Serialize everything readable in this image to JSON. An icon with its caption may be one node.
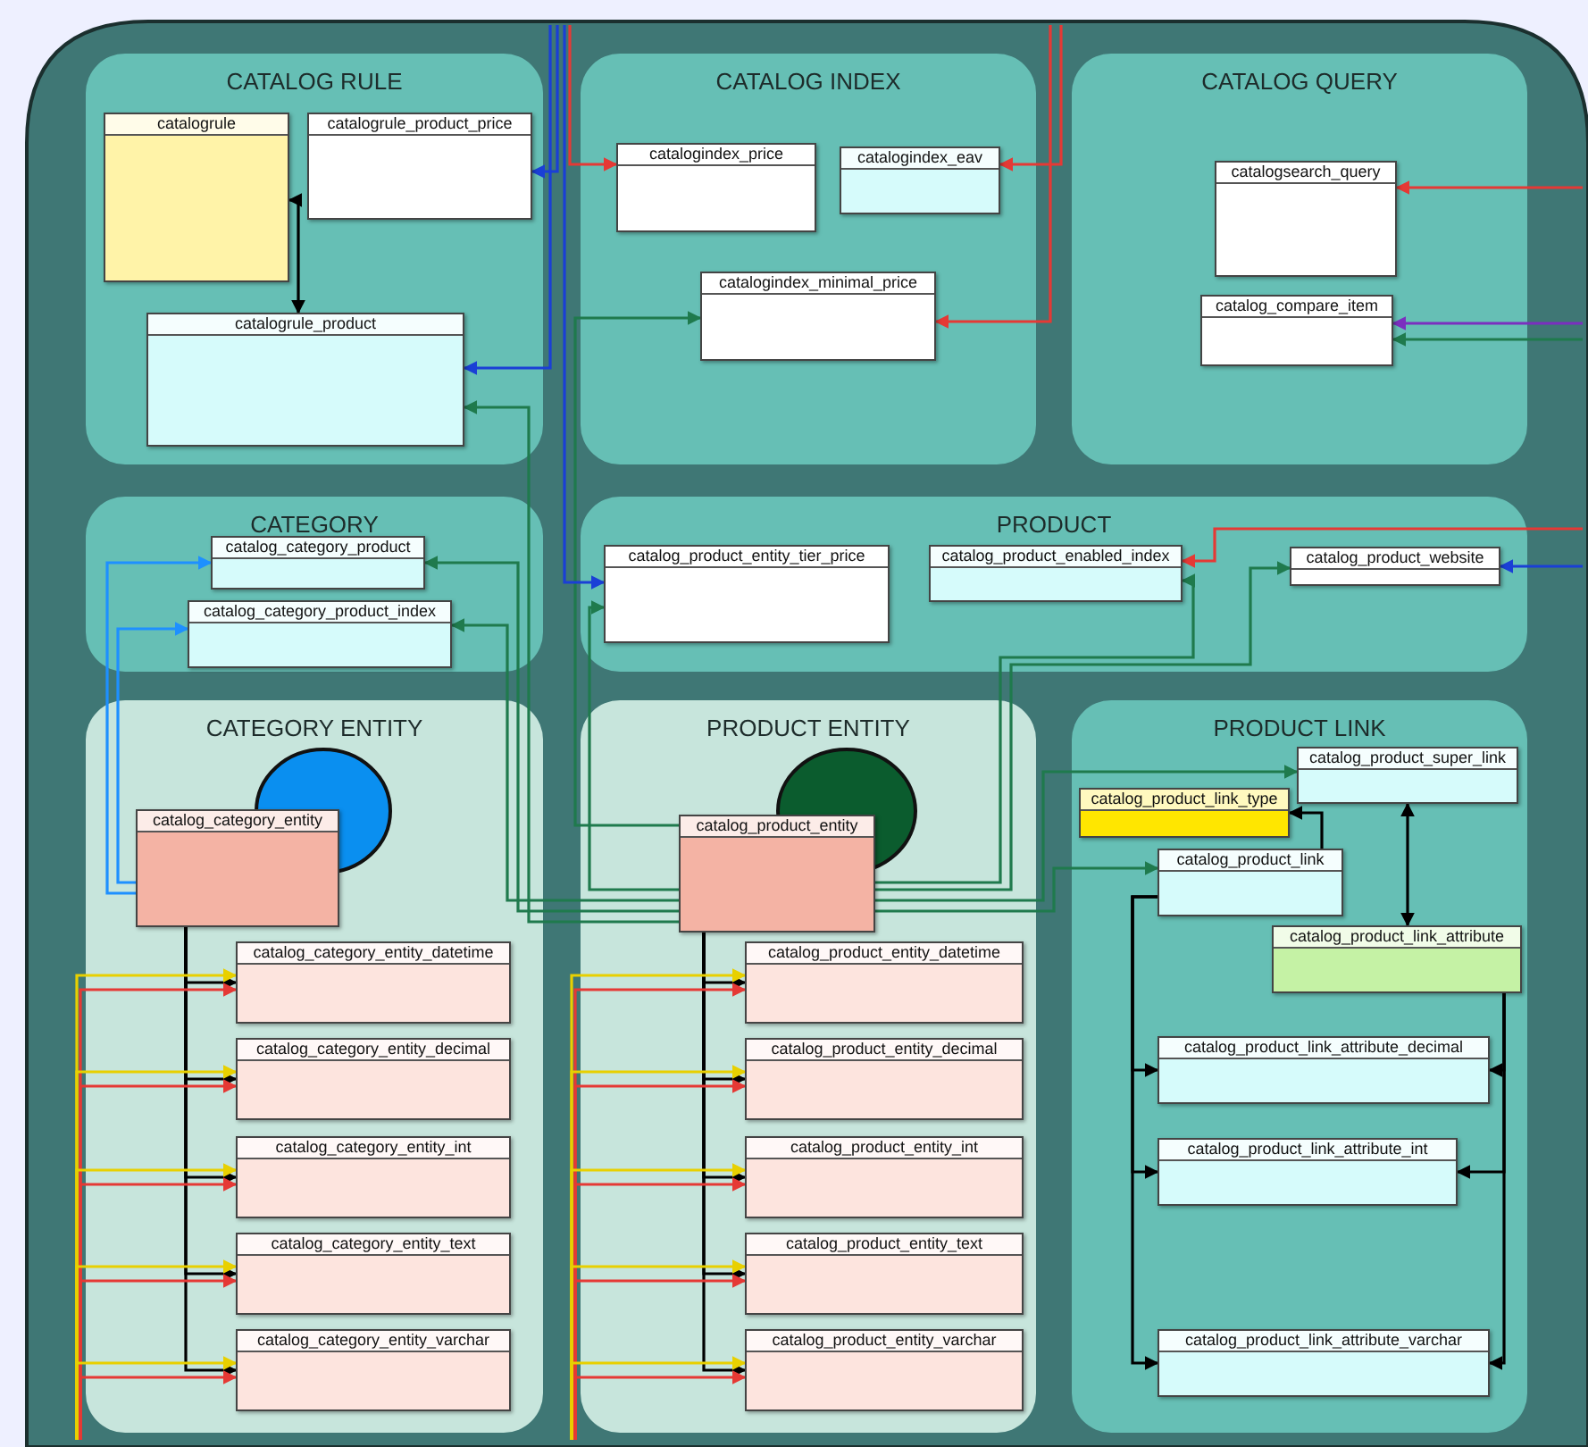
{
  "diagram": {
    "nodes": [
      {
        "text": [
          "CATALOG RULE"
        ]
      },
      {
        "text": [
          "catalogrule"
        ],
        "in": 0
      },
      {
        "text": [
          "catalogrule_product_price"
        ],
        "in": 0
      },
      {
        "text": [
          "catalogrule_product"
        ],
        "in": 0
      },
      {
        "text": [
          "CATALOG INDEX"
        ]
      },
      {
        "text": [
          "catalogindex_price"
        ],
        "in": 4
      },
      {
        "text": [
          "catalogindex_eav"
        ],
        "in": 4
      },
      {
        "text": [
          "catalogindex_minimal_price"
        ],
        "in": 4
      },
      {
        "text": [
          "CATALOG QUERY"
        ]
      },
      {
        "text": [
          "catalogsearch_query"
        ],
        "in": 8
      },
      {
        "text": [
          "catalog_compare_item"
        ],
        "in": 8
      },
      {
        "text": [
          "CATEGORY"
        ]
      },
      {
        "text": [
          "catalog_category_product"
        ],
        "in": 11
      },
      {
        "text": [
          "catalog_category_product_index"
        ],
        "in": 11
      },
      {
        "text": [
          "PRODUCT"
        ]
      },
      {
        "text": [
          "catalog_product_entity_tier_price"
        ],
        "in": 14
      },
      {
        "text": [
          "catalog_product_enabled_index"
        ],
        "in": 14
      },
      {
        "text": [
          "catalog_product_website"
        ],
        "in": 14
      },
      {
        "text": [
          "CATEGORY ENTITY"
        ]
      },
      {
        "text": [],
        "shape": "circle",
        "in": 18
      },
      {
        "text": [
          "catalog_category_entity"
        ],
        "in": 18
      },
      {
        "text": [
          "catalog_category_entity_datetime"
        ],
        "in": 18
      },
      {
        "text": [
          "catalog_category_entity_decimal"
        ],
        "in": 18
      },
      {
        "text": [
          "catalog_category_entity_int"
        ],
        "in": 18
      },
      {
        "text": [
          "catalog_category_entity_text"
        ],
        "in": 18
      },
      {
        "text": [
          "catalog_category_entity_varchar"
        ],
        "in": 18
      },
      {
        "text": [
          "PRODUCT ENTITY"
        ]
      },
      {
        "text": [],
        "shape": "circle",
        "in": 26
      },
      {
        "text": [
          "catalog_product_entity"
        ],
        "in": 26
      },
      {
        "text": [
          "catalog_product_entity_datetime"
        ],
        "in": 26
      },
      {
        "text": [
          "catalog_product_entity_decimal"
        ],
        "in": 26
      },
      {
        "text": [
          "catalog_product_entity_int"
        ],
        "in": 26
      },
      {
        "text": [
          "catalog_product_entity_text"
        ],
        "in": 26
      },
      {
        "text": [
          "catalog_product_entity_varchar"
        ],
        "in": 26
      },
      {
        "text": [
          "PRODUCT LINK"
        ]
      },
      {
        "text": [
          "catalog_product_super_link"
        ],
        "in": 34
      },
      {
        "text": [
          "catalog_product_link_type"
        ],
        "in": 34
      },
      {
        "text": [
          "catalog_product_link"
        ],
        "in": 34
      },
      {
        "text": [
          "catalog_product_link_attribute"
        ],
        "in": 34
      },
      {
        "text": [
          "catalog_product_link_attribute_decimal"
        ],
        "in": 34
      },
      {
        "text": [
          "catalog_product_link_attribute_int"
        ],
        "in": 34
      },
      {
        "text": [
          "catalog_product_link_attribute_varchar"
        ],
        "in": 34
      }
    ],
    "edges": [
      {
        "from": 3,
        "to": 1,
        "arrow": "both"
      },
      {
        "from": 20,
        "to": 21,
        "arrow": "to"
      },
      {
        "from": 20,
        "to": 22,
        "arrow": "to"
      },
      {
        "from": 20,
        "to": 23,
        "arrow": "to"
      },
      {
        "from": 20,
        "to": 24,
        "arrow": "to"
      },
      {
        "from": 20,
        "to": 25,
        "arrow": "to"
      },
      {
        "from": 28,
        "to": 29,
        "arrow": "to"
      },
      {
        "from": 28,
        "to": 30,
        "arrow": "to"
      },
      {
        "from": 28,
        "to": 31,
        "arrow": "to"
      },
      {
        "from": 28,
        "to": 32,
        "arrow": "to"
      },
      {
        "from": 28,
        "to": 33,
        "arrow": "to"
      },
      {
        "from": 37,
        "to": 36,
        "arrow": "to"
      },
      {
        "from": 38,
        "to": 35,
        "arrow": "both"
      },
      {
        "from": 37,
        "to": 39,
        "arrow": "to"
      },
      {
        "from": 37,
        "to": 40,
        "arrow": "to"
      },
      {
        "from": 37,
        "to": 41,
        "arrow": "to"
      },
      {
        "from": 38,
        "to": 39,
        "arrow": "to"
      },
      {
        "from": 38,
        "to": 40,
        "arrow": "to"
      },
      {
        "from": 38,
        "to": 41,
        "arrow": "to"
      },
      {
        "from": 20,
        "to": 12,
        "arrow": "to",
        "color": "#1e90ff"
      },
      {
        "from": 20,
        "to": 13,
        "arrow": "to",
        "color": "#1e90ff"
      },
      {
        "from": 28,
        "to": 12,
        "arrow": "to",
        "color": "#1f7a4d"
      },
      {
        "from": 28,
        "to": 13,
        "arrow": "to",
        "color": "#1f7a4d"
      },
      {
        "from": 28,
        "to": 15,
        "arrow": "to",
        "color": "#1f7a4d"
      },
      {
        "from": 28,
        "to": 16,
        "arrow": "to",
        "color": "#1f7a4d"
      },
      {
        "from": 28,
        "to": 17,
        "arrow": "to",
        "color": "#1f7a4d"
      },
      {
        "from": 28,
        "to": 7,
        "arrow": "to",
        "color": "#1f7a4d"
      },
      {
        "from": 28,
        "to": 3,
        "arrow": "to",
        "color": "#1f7a4d"
      },
      {
        "from": 28,
        "to": 35,
        "arrow": "to",
        "color": "#1f7a4d"
      },
      {
        "from": 28,
        "to": 37,
        "arrow": "to",
        "color": "#1f7a4d"
      },
      {
        "from": null,
        "to": 2,
        "arrow": "to",
        "color": "#1a3fd6"
      },
      {
        "from": null,
        "to": 3,
        "arrow": "to",
        "color": "#1a3fd6"
      },
      {
        "from": null,
        "to": 15,
        "arrow": "to",
        "color": "#1a3fd6"
      },
      {
        "from": null,
        "to": 17,
        "arrow": "to",
        "color": "#1a3fd6"
      },
      {
        "from": null,
        "to": 5,
        "arrow": "to",
        "color": "#e53935"
      },
      {
        "from": null,
        "to": 6,
        "arrow": "to",
        "color": "#e53935"
      },
      {
        "from": null,
        "to": 7,
        "arrow": "to",
        "color": "#e53935"
      },
      {
        "from": null,
        "to": 9,
        "arrow": "to",
        "color": "#e53935"
      },
      {
        "from": null,
        "to": 16,
        "arrow": "to",
        "color": "#e53935"
      },
      {
        "from": null,
        "to": 10,
        "arrow": "to",
        "color": "#7b2fbf"
      },
      {
        "from": null,
        "to": 10,
        "arrow": "to",
        "color": "#1f7a4d"
      },
      {
        "from": null,
        "to": 21,
        "arrow": "to",
        "color": "#e8d000"
      },
      {
        "from": null,
        "to": 21,
        "arrow": "to",
        "color": "#e53935"
      },
      {
        "from": null,
        "to": 22,
        "arrow": "to",
        "color": "#e8d000"
      },
      {
        "from": null,
        "to": 22,
        "arrow": "to",
        "color": "#e53935"
      },
      {
        "from": null,
        "to": 23,
        "arrow": "to",
        "color": "#e8d000"
      },
      {
        "from": null,
        "to": 23,
        "arrow": "to",
        "color": "#e53935"
      },
      {
        "from": null,
        "to": 24,
        "arrow": "to",
        "color": "#e8d000"
      },
      {
        "from": null,
        "to": 24,
        "arrow": "to",
        "color": "#e53935"
      },
      {
        "from": null,
        "to": 25,
        "arrow": "to",
        "color": "#e8d000"
      },
      {
        "from": null,
        "to": 25,
        "arrow": "to",
        "color": "#e53935"
      },
      {
        "from": null,
        "to": 29,
        "arrow": "to",
        "color": "#e8d000"
      },
      {
        "from": null,
        "to": 29,
        "arrow": "to",
        "color": "#e53935"
      },
      {
        "from": null,
        "to": 30,
        "arrow": "to",
        "color": "#e8d000"
      },
      {
        "from": null,
        "to": 30,
        "arrow": "to",
        "color": "#e53935"
      },
      {
        "from": null,
        "to": 31,
        "arrow": "to",
        "color": "#e8d000"
      },
      {
        "from": null,
        "to": 31,
        "arrow": "to",
        "color": "#e53935"
      },
      {
        "from": null,
        "to": 32,
        "arrow": "to",
        "color": "#e8d000"
      },
      {
        "from": null,
        "to": 32,
        "arrow": "to",
        "color": "#e53935"
      },
      {
        "from": null,
        "to": 33,
        "arrow": "to",
        "color": "#e8d000"
      },
      {
        "from": null,
        "to": 33,
        "arrow": "to",
        "color": "#e53935"
      }
    ]
  }
}
